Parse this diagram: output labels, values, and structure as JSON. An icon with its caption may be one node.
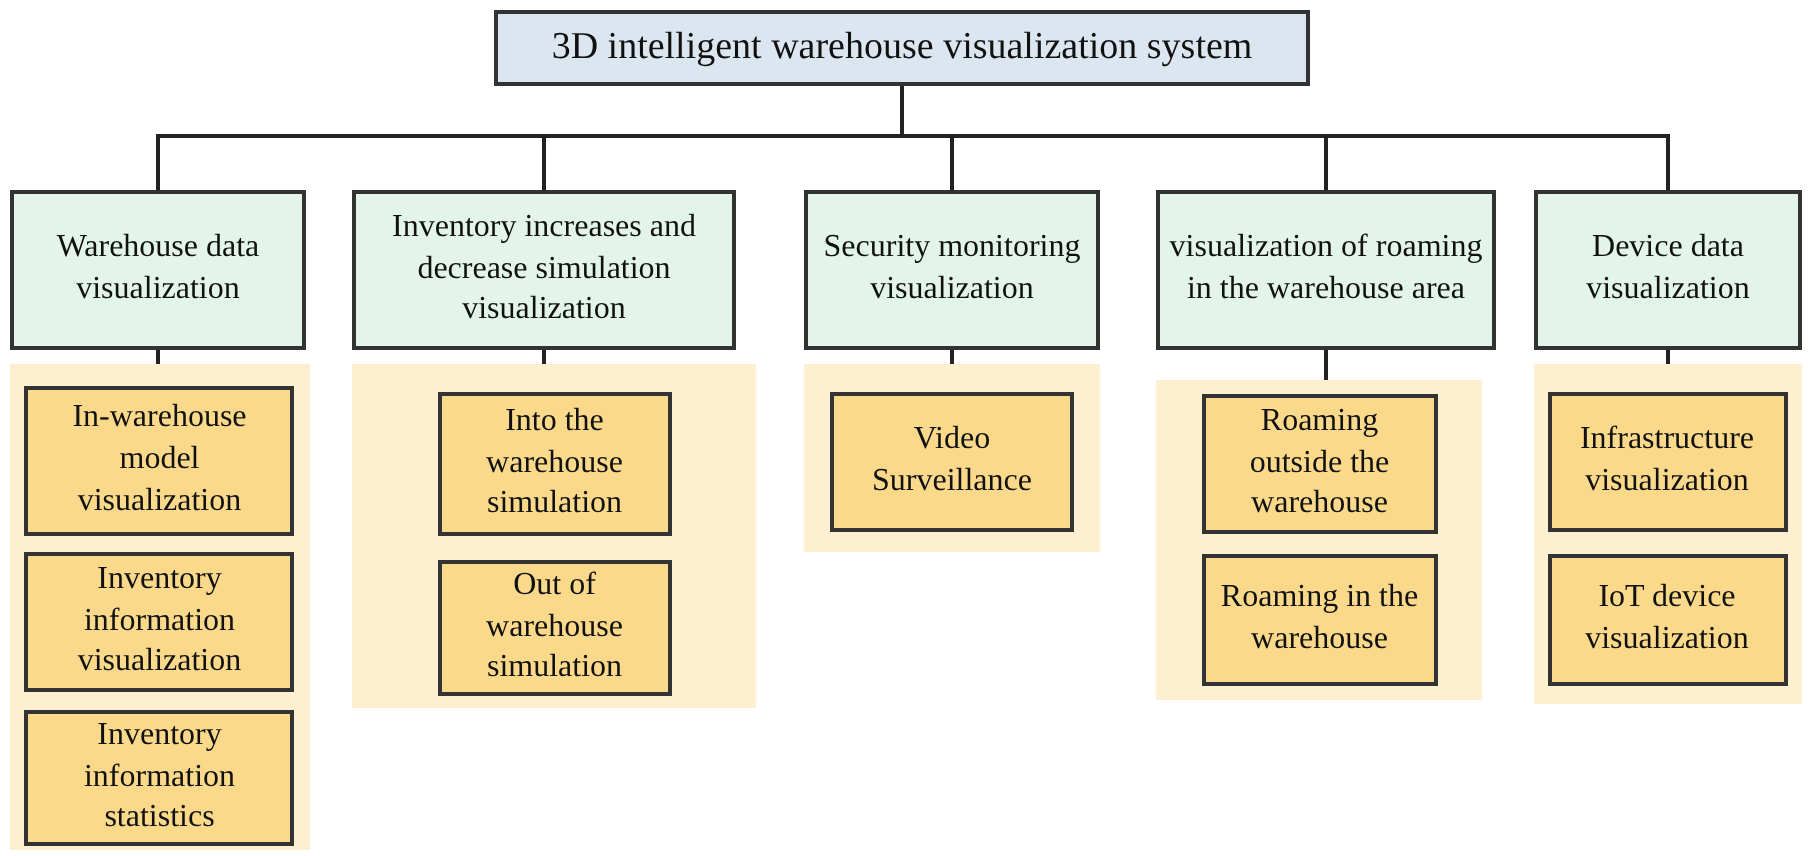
{
  "diagram": {
    "nodes": [
      {
        "text": [
          "3D intelligent warehouse visualization system"
        ]
      },
      {
        "text": [
          "Warehouse data visualization"
        ]
      },
      {
        "text": [],
        "shape": "box"
      },
      {
        "text": [
          "In-warehouse model visualization"
        ],
        "in": 2
      },
      {
        "text": [
          "Inventory information visualization"
        ],
        "in": 2
      },
      {
        "text": [
          "Inventory information statistics"
        ],
        "in": 2
      },
      {
        "text": [
          "Inventory increases and decrease simulation visualization"
        ]
      },
      {
        "text": [],
        "shape": "box"
      },
      {
        "text": [
          "Into the warehouse simulation"
        ],
        "in": 7
      },
      {
        "text": [
          "Out of warehouse simulation"
        ],
        "in": 7
      },
      {
        "text": [
          "Security monitoring visualization"
        ]
      },
      {
        "text": [],
        "shape": "box"
      },
      {
        "text": [
          "Video Surveillance"
        ],
        "in": 11
      },
      {
        "text": [
          "visualization of roaming in the warehouse area"
        ]
      },
      {
        "text": [],
        "shape": "box"
      },
      {
        "text": [
          "Roaming outside the warehouse"
        ],
        "in": 14
      },
      {
        "text": [
          "Roaming in the warehouse"
        ],
        "in": 14
      },
      {
        "text": [
          "Device data visualization"
        ]
      },
      {
        "text": [],
        "shape": "box"
      },
      {
        "text": [
          "Infrastructure visualization"
        ],
        "in": 18
      },
      {
        "text": [
          "IoT device visualization"
        ],
        "in": 18
      }
    ],
    "edges": [
      {
        "from": 0,
        "to": 1,
        "arrow": "none"
      },
      {
        "from": 0,
        "to": 6,
        "arrow": "none"
      },
      {
        "from": 0,
        "to": 10,
        "arrow": "none"
      },
      {
        "from": 0,
        "to": 13,
        "arrow": "none"
      },
      {
        "from": 0,
        "to": 17,
        "arrow": "none"
      },
      {
        "from": 1,
        "to": 2,
        "arrow": "none"
      },
      {
        "from": 6,
        "to": 7,
        "arrow": "none"
      },
      {
        "from": 10,
        "to": 11,
        "arrow": "none"
      },
      {
        "from": 13,
        "to": 14,
        "arrow": "none"
      },
      {
        "from": 17,
        "to": 18,
        "arrow": "none"
      }
    ]
  }
}
